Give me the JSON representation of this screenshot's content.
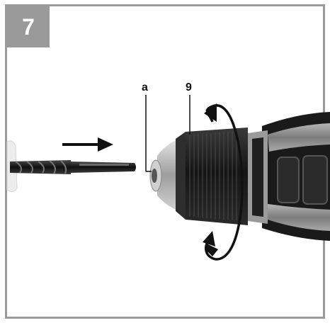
{
  "figure": {
    "step_number": "7",
    "callouts": {
      "a": "a",
      "nine": "9"
    },
    "colors": {
      "frame": "#9a9a9a",
      "badge_text": "#ffffff",
      "chuck_body": "#1c1c1c",
      "chuck_rim": "#8a8a8a",
      "arrow": "#111111"
    },
    "icons": {
      "insert_arrow": "arrow-right-icon",
      "rotate": "rotate-arrows-icon"
    }
  }
}
